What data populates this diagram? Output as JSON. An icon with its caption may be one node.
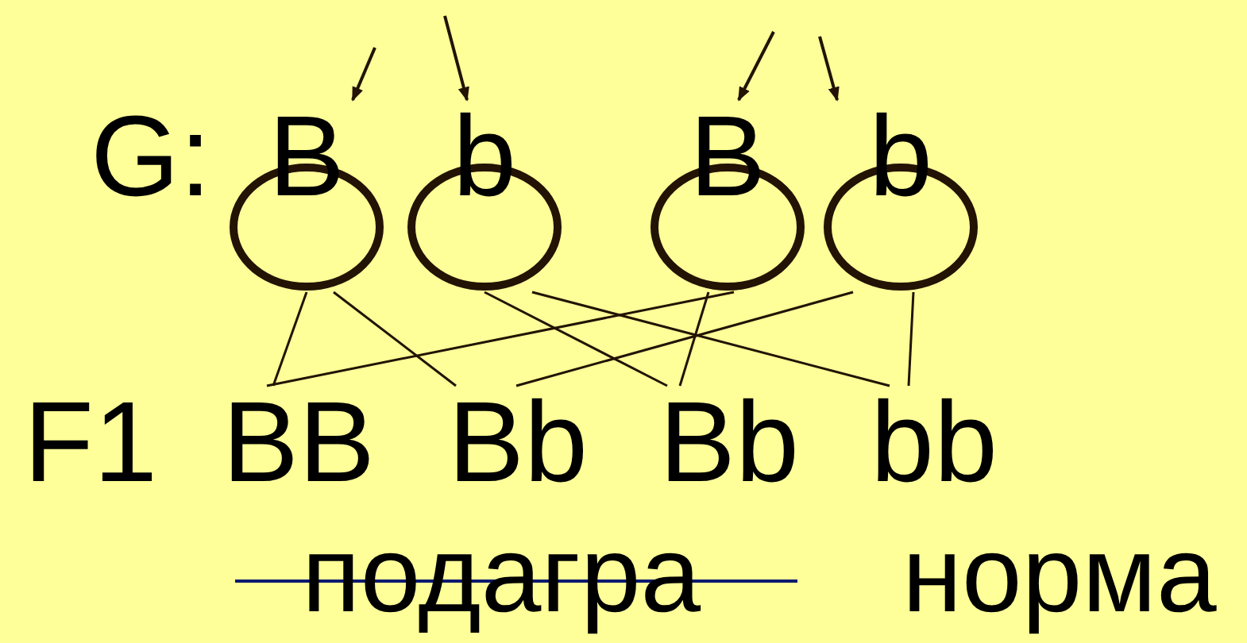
{
  "diagram": {
    "nodes": [
      {
        "text": [
          "B"
        ]
      },
      {
        "text": [
          "b"
        ]
      },
      {
        "text": [
          "B"
        ]
      },
      {
        "text": [
          "b"
        ]
      },
      {
        "text": [
          "BB"
        ]
      },
      {
        "text": [
          "Bb"
        ]
      },
      {
        "text": [
          "Bb"
        ]
      },
      {
        "text": [
          "bb"
        ]
      }
    ],
    "edges": [
      {
        "from": null,
        "to": 0,
        "arrow": "to"
      },
      {
        "from": null,
        "to": 1,
        "arrow": "to"
      },
      {
        "from": null,
        "to": 2,
        "arrow": "to"
      },
      {
        "from": null,
        "to": 3,
        "arrow": "to"
      },
      {
        "from": 0,
        "to": 4,
        "arrow": "none"
      },
      {
        "from": 0,
        "to": 5,
        "arrow": "none"
      },
      {
        "from": 1,
        "to": 6,
        "arrow": "none"
      },
      {
        "from": 1,
        "to": 7,
        "arrow": "none"
      },
      {
        "from": 2,
        "to": 4,
        "arrow": "none"
      },
      {
        "from": 2,
        "to": 6,
        "arrow": "none"
      },
      {
        "from": 3,
        "to": 5,
        "arrow": "none"
      },
      {
        "from": 3,
        "to": 7,
        "arrow": "none"
      }
    ],
    "labels": [
      "G:",
      "F1",
      "подагра",
      "норма"
    ]
  }
}
